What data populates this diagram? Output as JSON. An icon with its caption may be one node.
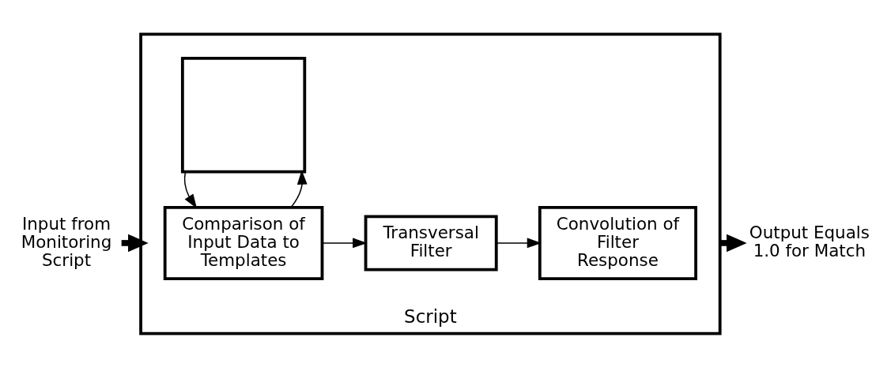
{
  "diagram": {
    "nodes": [
      {
        "text": [
          "Script"
        ]
      },
      {
        "text": [],
        "shape": "box",
        "in": 0
      },
      {
        "text": [
          "Comparison of Input Data to Templates"
        ],
        "in": 0
      },
      {
        "text": [
          "Transversal Filter"
        ],
        "in": 0
      },
      {
        "text": [
          "Convolution of Filter Response"
        ],
        "in": 0
      },
      {
        "text": [
          "Input from Monitoring Script"
        ]
      },
      {
        "text": [
          "Output Equals 1.0 for Match"
        ]
      }
    ],
    "edges": [
      {
        "from": 2,
        "to": 1,
        "arrow": "to"
      },
      {
        "from": 1,
        "to": 2,
        "arrow": "to"
      },
      {
        "from": 2,
        "to": 3,
        "arrow": "to"
      },
      {
        "from": 3,
        "to": 4,
        "arrow": "to"
      },
      {
        "from": 5,
        "to": 0,
        "arrow": "to",
        "style": "thick"
      },
      {
        "from": 0,
        "to": 6,
        "arrow": "to",
        "style": "thick"
      }
    ]
  }
}
